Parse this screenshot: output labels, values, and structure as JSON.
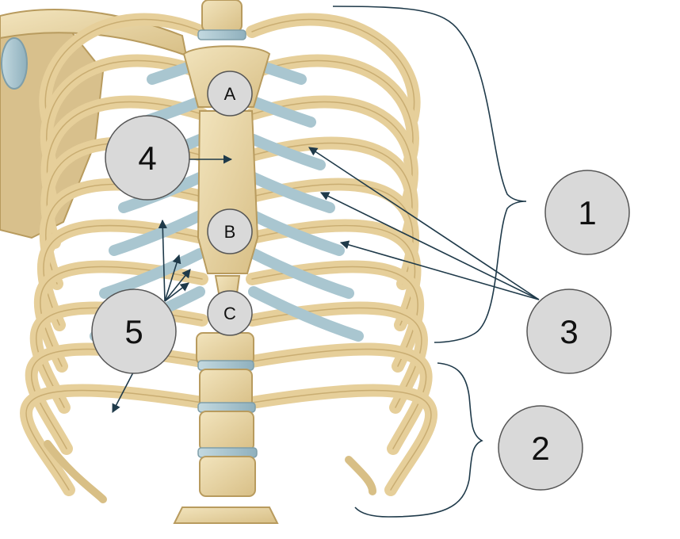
{
  "labels": {
    "A": "A",
    "B": "B",
    "C": "C",
    "n1": "1",
    "n2": "2",
    "n3": "3",
    "n4": "4",
    "n5": "5"
  },
  "colors": {
    "bone": "#e9d7a8",
    "bone_shadow": "#c9ad72",
    "cartilage": "#a9c6d0",
    "label_fill": "#d9d9d9",
    "line": "#1f3a4a"
  }
}
